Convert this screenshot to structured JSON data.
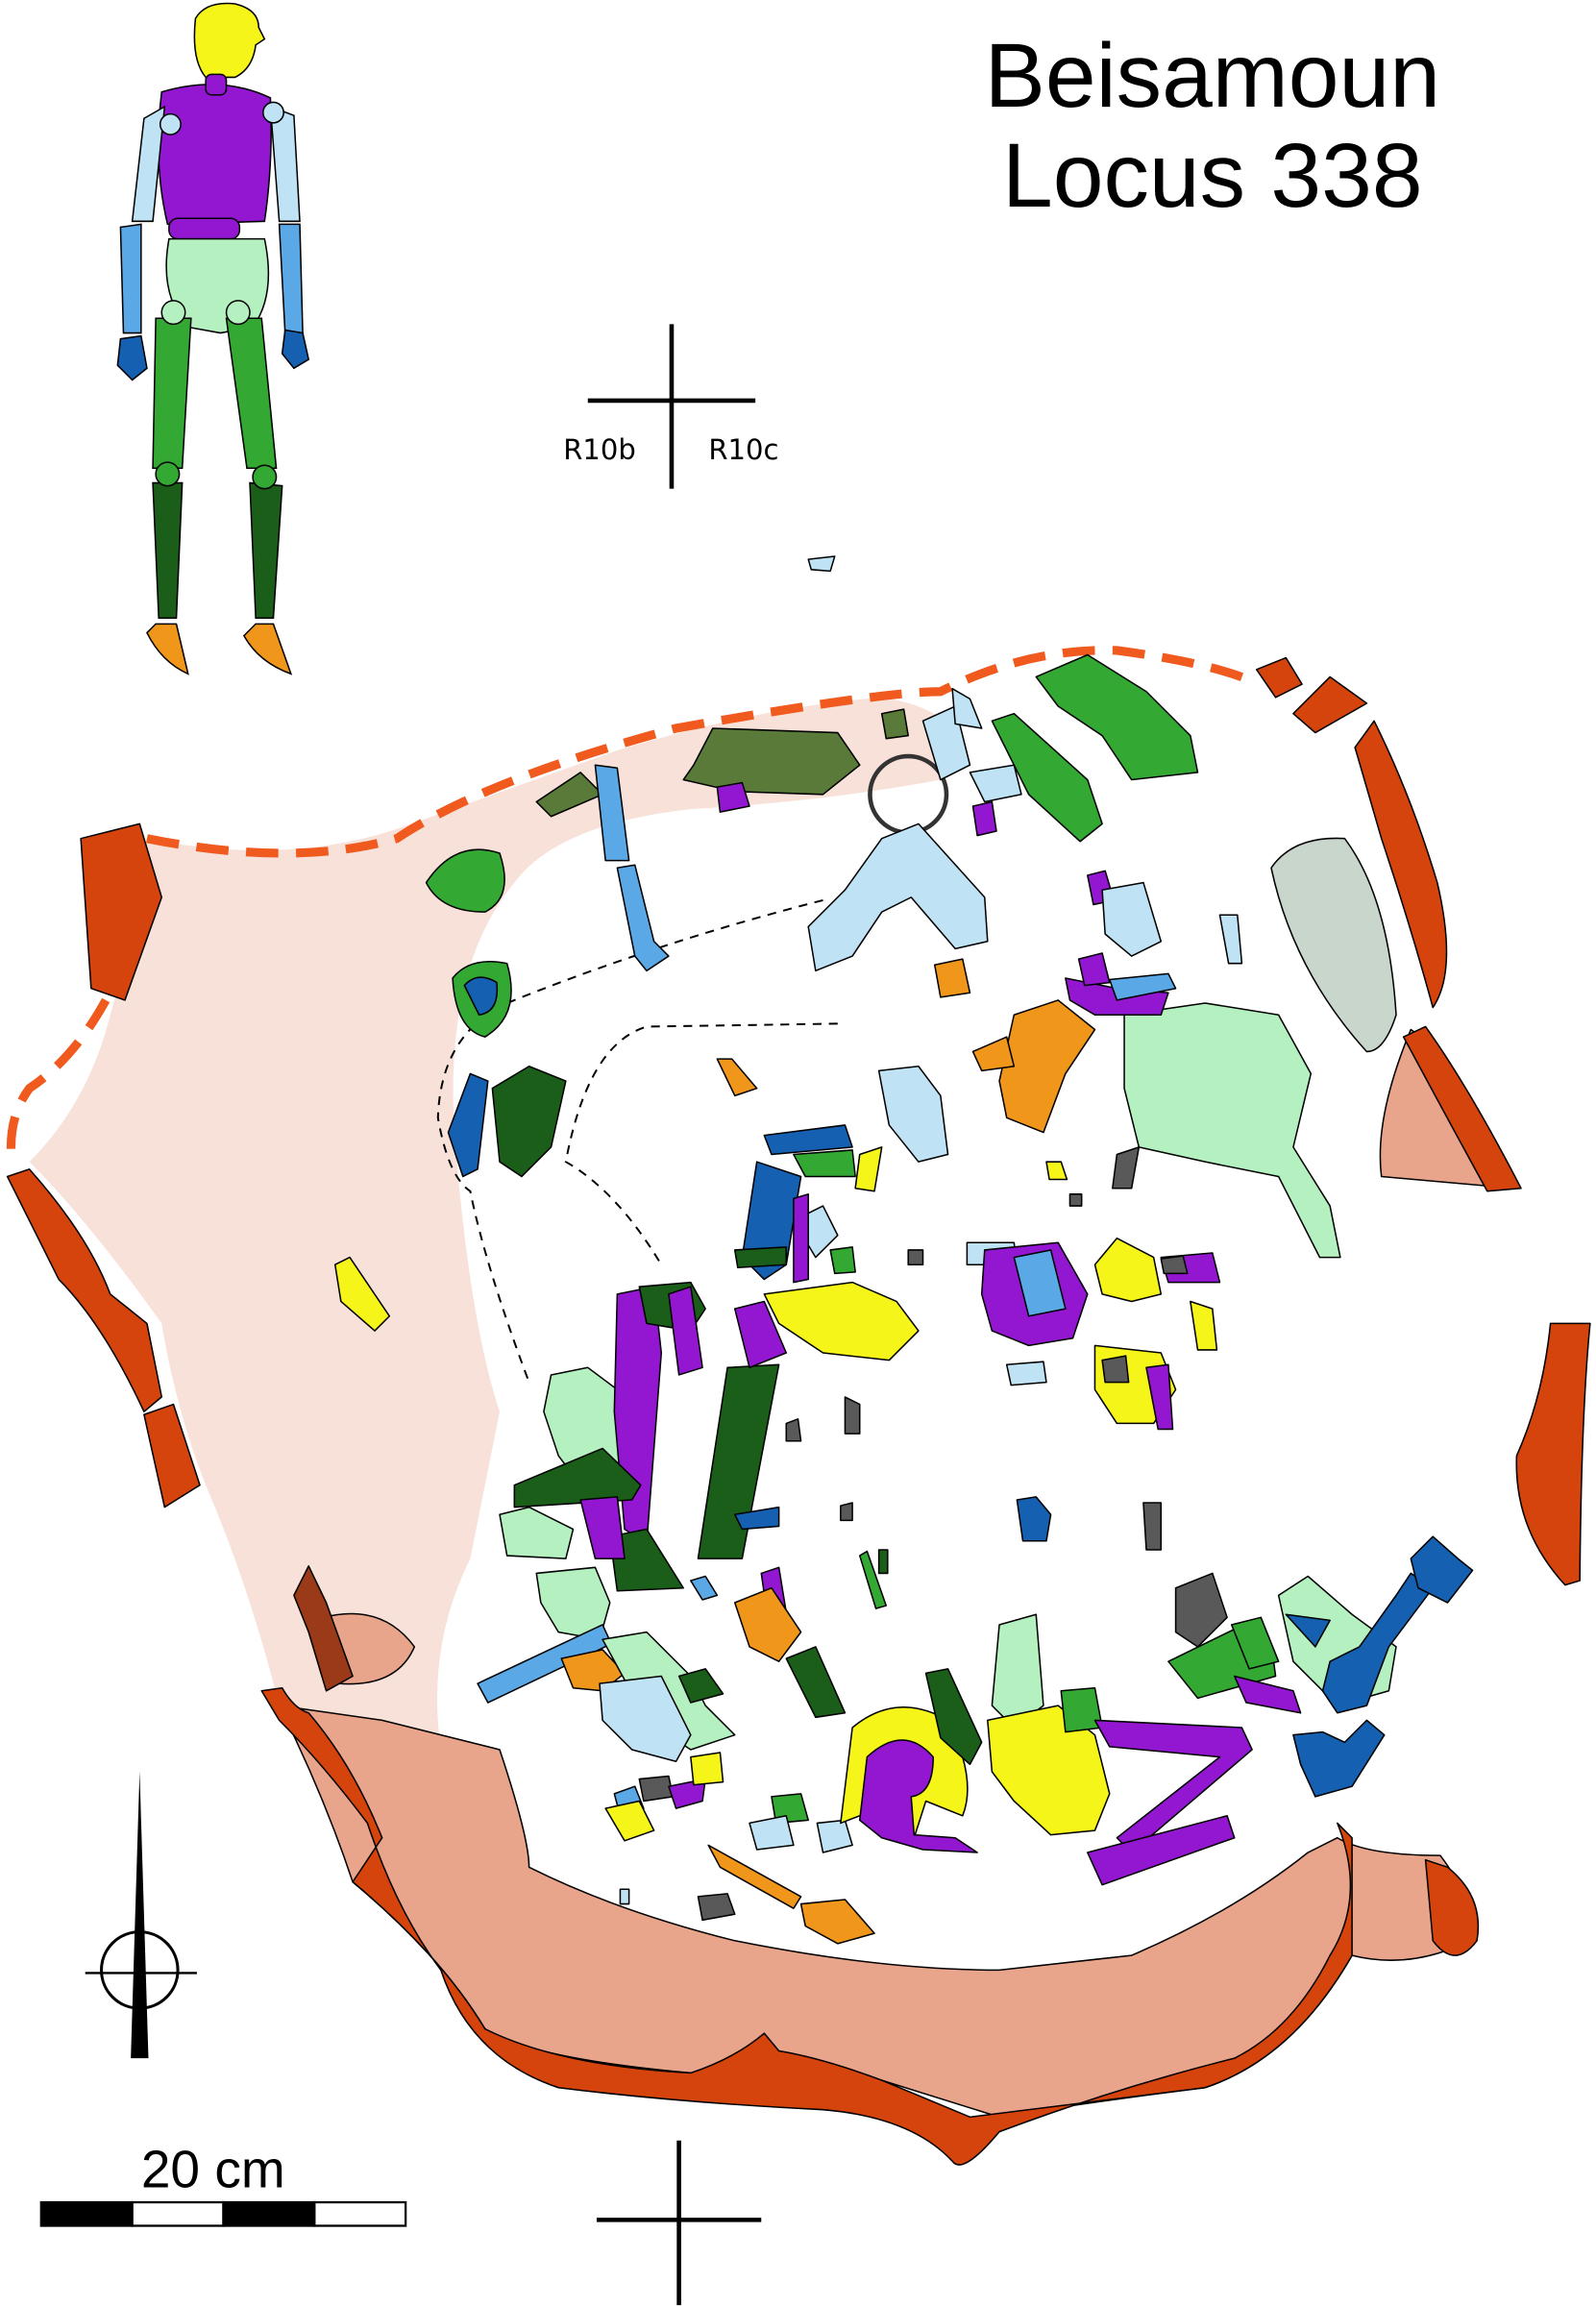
{
  "title": {
    "line1": "Beisamoun",
    "line2": "Locus 338"
  },
  "grid": {
    "top_left_label": "R10b",
    "top_right_label": "R10c"
  },
  "scale_bar": {
    "label": "20 cm",
    "segments": 4
  },
  "colors": {
    "skull": "#f5f51a",
    "torso": "#9316d1",
    "upper_arm": "#bfe3f5",
    "forearm": "#5aa9e6",
    "hand": "#1560b0",
    "pelvis": "#b5f0c0",
    "thigh": "#33a833",
    "shin": "#1a5e1a",
    "foot": "#f0961a",
    "wall": "#d4440c",
    "floor": "#e8a58c",
    "pit_fill": "#f8e1d9",
    "olive": "#5a7a3a",
    "gray": "#595959",
    "stone": "#c9d6cc"
  }
}
